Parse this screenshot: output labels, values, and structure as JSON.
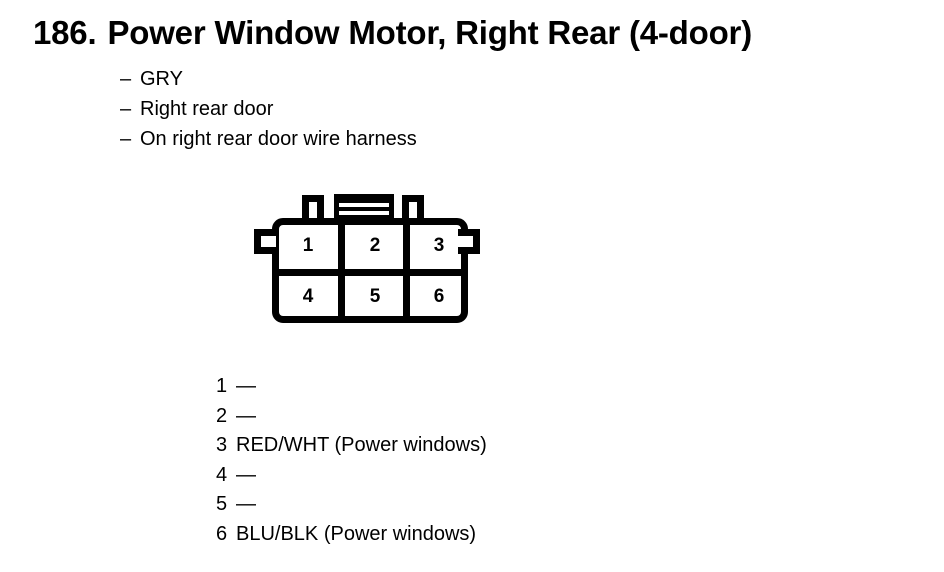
{
  "header": {
    "number": "186.",
    "title": "Power Window Motor, Right Rear (4-door)",
    "full_title": "186. Power Window Motor, Right Rear (4-door)"
  },
  "description": {
    "bullet_char": "–",
    "items": [
      "GRY",
      "Right rear door",
      "On right rear door wire harness"
    ]
  },
  "connector": {
    "shape": "6-way-rectangular-connector",
    "pin_count": 6,
    "rows": 2,
    "columns": 3,
    "outline_color": "#000000",
    "fill_color": "#ffffff",
    "pins": [
      "1",
      "2",
      "3",
      "4",
      "5",
      "6"
    ],
    "top_key_block": "keyed-rib-block",
    "top_tabs": [
      "left-tab",
      "right-tab"
    ],
    "side_notches": [
      "left-notch",
      "right-notch"
    ]
  },
  "legend": {
    "empty_marker": "—",
    "rows": [
      {
        "pin": "1",
        "wire": "—"
      },
      {
        "pin": "2",
        "wire": "—"
      },
      {
        "pin": "3",
        "wire": "RED/WHT (Power windows)"
      },
      {
        "pin": "4",
        "wire": "—"
      },
      {
        "pin": "5",
        "wire": "—"
      },
      {
        "pin": "6",
        "wire": "BLU/BLK (Power windows)"
      }
    ]
  }
}
